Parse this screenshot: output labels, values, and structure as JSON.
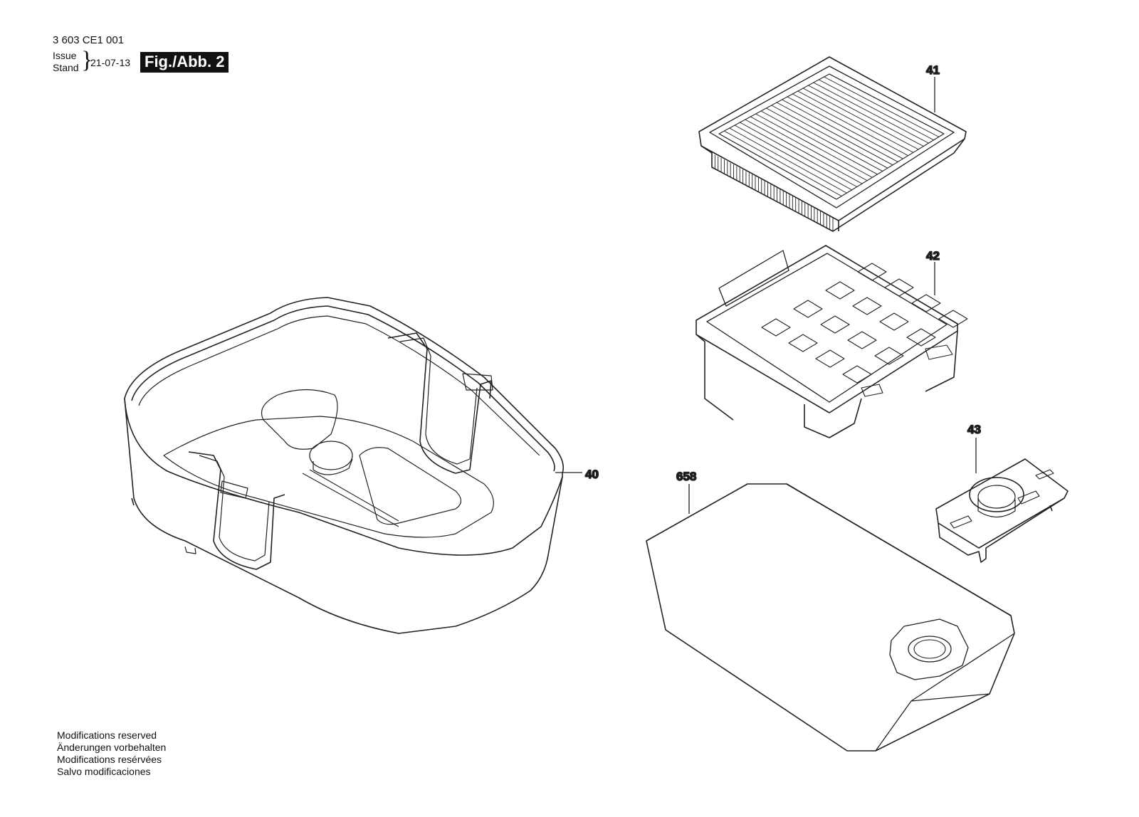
{
  "header": {
    "doc_number": "3 603 CE1 001",
    "issue_label": "Issue",
    "stand_label": "Stand",
    "brace": "}",
    "date": "21-07-13",
    "figure_label": "Fig./Abb. 2"
  },
  "callouts": {
    "p40": "40",
    "p41": "41",
    "p42": "42",
    "p43": "43",
    "p658": "658"
  },
  "notes": [
    "Modifications reserved",
    "Änderungen vorbehalten",
    "Modifications resérvées",
    "Salvo modificaciones"
  ]
}
